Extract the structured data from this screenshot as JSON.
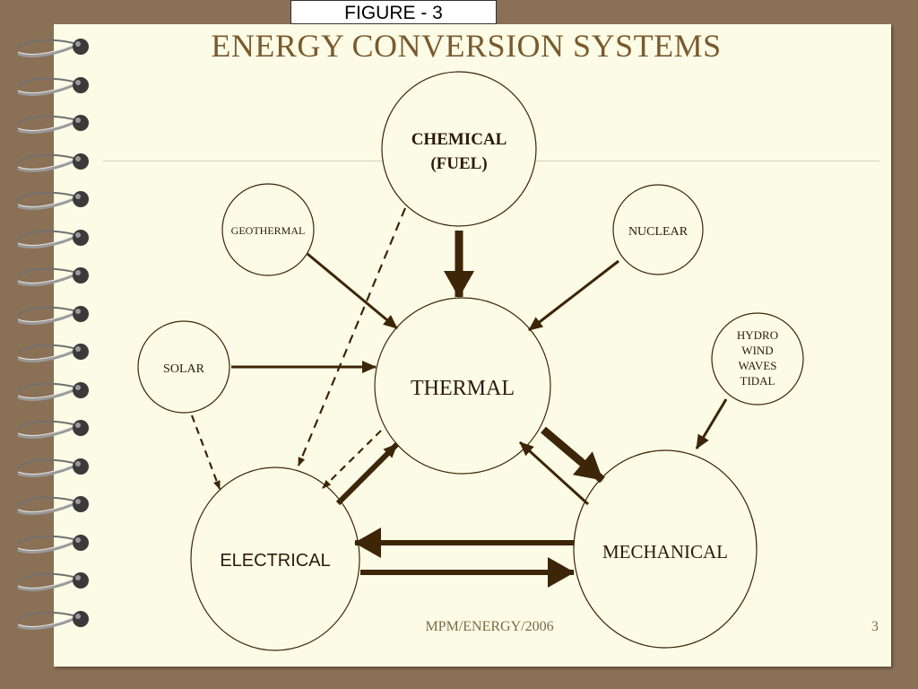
{
  "figure_label": "FIGURE - 3",
  "title": "ENERGY CONVERSION SYSTEMS",
  "nodes": {
    "chemical": {
      "line1": "CHEMICAL",
      "line2": "(FUEL)",
      "color": "#c0282c"
    },
    "geothermal": {
      "label": "GEOTHERMAL"
    },
    "nuclear": {
      "label": "NUCLEAR"
    },
    "solar": {
      "label": "SOLAR"
    },
    "thermal": {
      "label": "THERMAL"
    },
    "hydro": {
      "lines": [
        "HYDRO",
        "WIND",
        "WAVES",
        "TIDAL"
      ]
    },
    "electrical": {
      "label": "ELECTRICAL"
    },
    "mechanical": {
      "label": "MECHANICAL"
    }
  },
  "footer": {
    "text": "MPM/ENERGY/2006",
    "page": "3"
  },
  "colors": {
    "arrow": "#3d2508",
    "background": "#fcfce6",
    "frame": "#8a7055",
    "title": "#7a5a2e"
  },
  "binding": {
    "rings": 16
  }
}
